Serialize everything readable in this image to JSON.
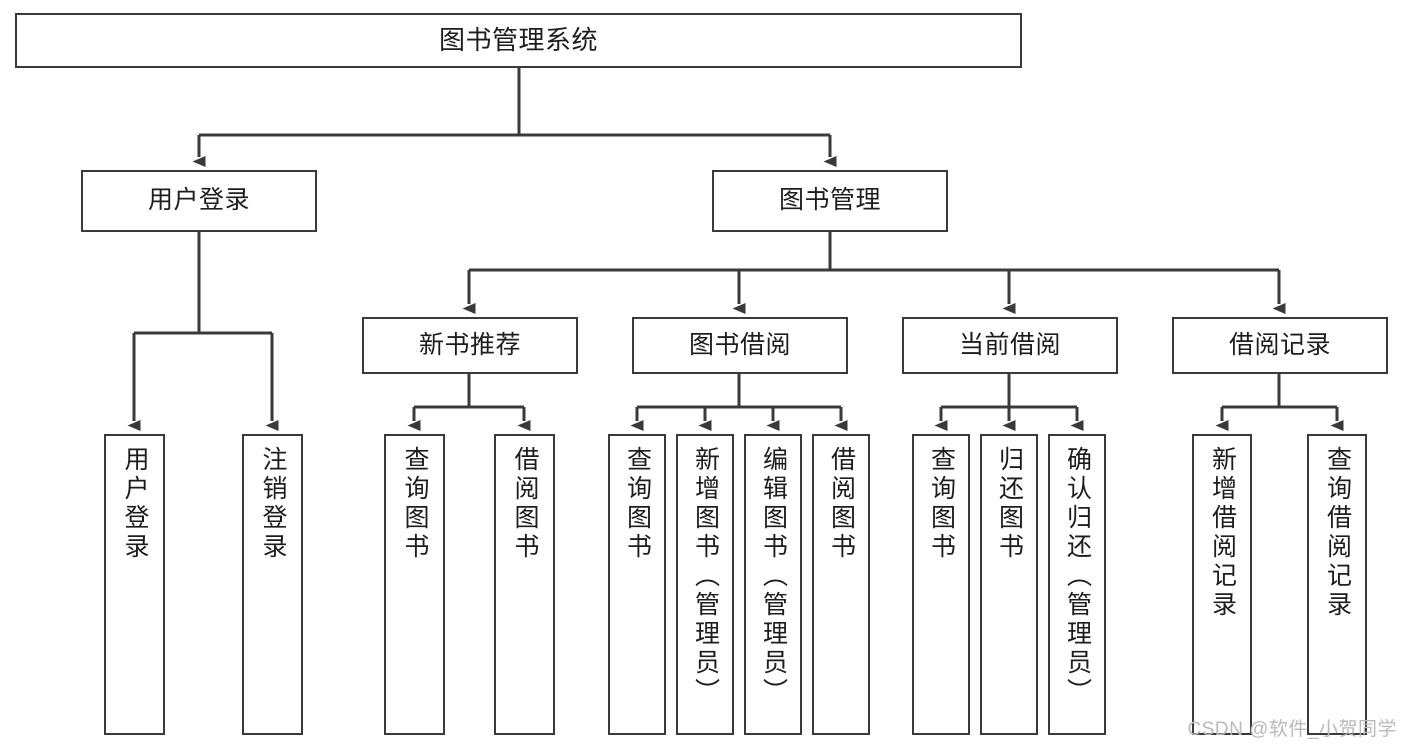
{
  "diagram": {
    "title": "图书管理系统",
    "type": "tree-hierarchy",
    "orientation": "top-down",
    "watermark": "CSDN @软件_小贺同学",
    "colors": {
      "background": "#ffffff",
      "box_border": "#3a3a3a",
      "box_fill": "#ffffff",
      "edge": "#3a3a3a",
      "text": "#1d1d1d",
      "watermark": "#b9b9b9"
    },
    "nodes": {
      "root": {
        "label": "图书管理系统"
      },
      "level1": [
        {
          "id": "user-login",
          "label": "用户登录"
        },
        {
          "id": "book-manage",
          "label": "图书管理"
        }
      ],
      "level2": [
        {
          "id": "new-book-recommend",
          "label": "新书推荐"
        },
        {
          "id": "book-borrow",
          "label": "图书借阅"
        },
        {
          "id": "current-borrow",
          "label": "当前借阅"
        },
        {
          "id": "borrow-record",
          "label": "借阅记录"
        }
      ],
      "leaves": {
        "user-login": [
          {
            "id": "leaf-user-login",
            "label": "用户登录"
          },
          {
            "id": "leaf-user-logout",
            "label": "注销登录"
          }
        ],
        "new-book-recommend": [
          {
            "id": "leaf-query-book-1",
            "label": "查询图书"
          },
          {
            "id": "leaf-borrow-book-1",
            "label": "借阅图书"
          }
        ],
        "book-borrow": [
          {
            "id": "leaf-query-book-2",
            "label": "查询图书"
          },
          {
            "id": "leaf-add-book",
            "label": "新增图书（管理员）"
          },
          {
            "id": "leaf-edit-book",
            "label": "编辑图书（管理员）"
          },
          {
            "id": "leaf-borrow-book-2",
            "label": "借阅图书"
          }
        ],
        "current-borrow": [
          {
            "id": "leaf-query-book-3",
            "label": "查询图书"
          },
          {
            "id": "leaf-return-book",
            "label": "归还图书"
          },
          {
            "id": "leaf-confirm-return",
            "label": "确认归还（管理员）"
          }
        ],
        "borrow-record": [
          {
            "id": "leaf-add-record",
            "label": "新增借阅记录"
          },
          {
            "id": "leaf-query-record",
            "label": "查询借阅记录"
          }
        ]
      }
    }
  }
}
